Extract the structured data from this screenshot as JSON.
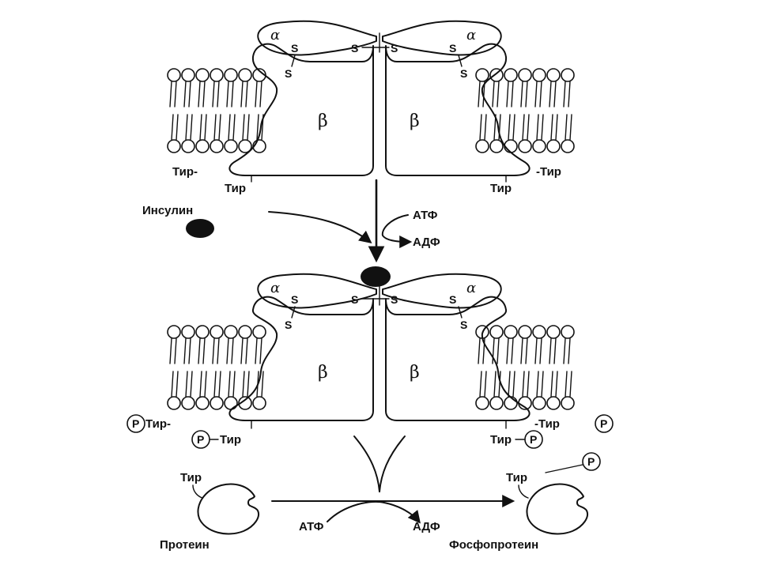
{
  "labels": {
    "alpha": "α",
    "beta": "β",
    "sulfur": "S",
    "tyr_left": "Тир-",
    "tyr_right": "-Тир",
    "tyr": "Тир",
    "insulin": "Инсулин",
    "atp": "АТФ",
    "adp": "АДФ",
    "phosphate": "P",
    "protein": "Протеин",
    "phosphoprotein": "Фосфопротеин"
  }
}
